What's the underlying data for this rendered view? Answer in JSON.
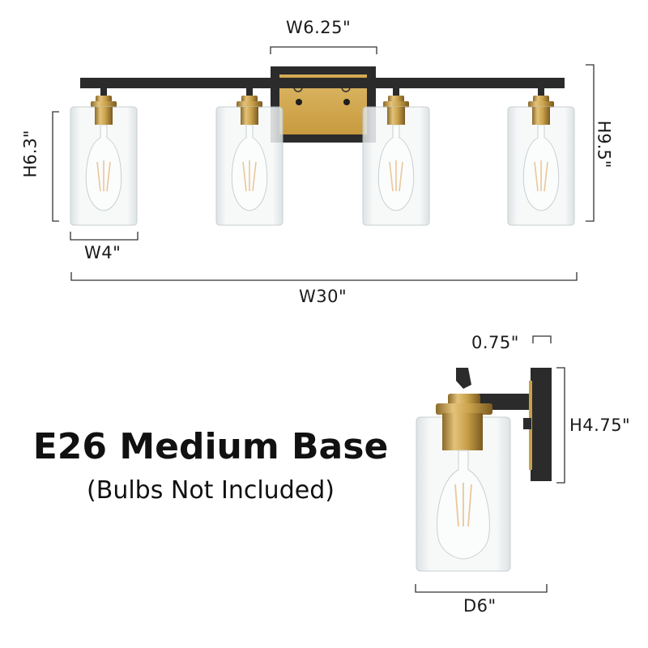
{
  "diagram": {
    "type": "product-dimension-diagram",
    "subject": "4-light vanity fixture",
    "colors": {
      "black_finish": "#2b2b2b",
      "gold_finish": "#c9a14a",
      "gold_highlight": "#e4c27a",
      "glass": "#e8eef0",
      "dimension_line": "#333333",
      "text": "#111111",
      "background": "#ffffff"
    },
    "front_view": {
      "fixture_count": 4,
      "dimensions": {
        "backplate_width": "W6.25\"",
        "shade_height": "H6.3\"",
        "shade_width": "W4\"",
        "overall_width": "W30\"",
        "overall_height": "H9.5\""
      }
    },
    "side_view": {
      "dimensions": {
        "backplate_depth": "0.75\"",
        "backplate_height": "H4.75\"",
        "overall_depth": "D6\""
      }
    },
    "notes": {
      "headline": "E26 Medium Base",
      "subline": "(Bulbs Not Included)"
    }
  }
}
